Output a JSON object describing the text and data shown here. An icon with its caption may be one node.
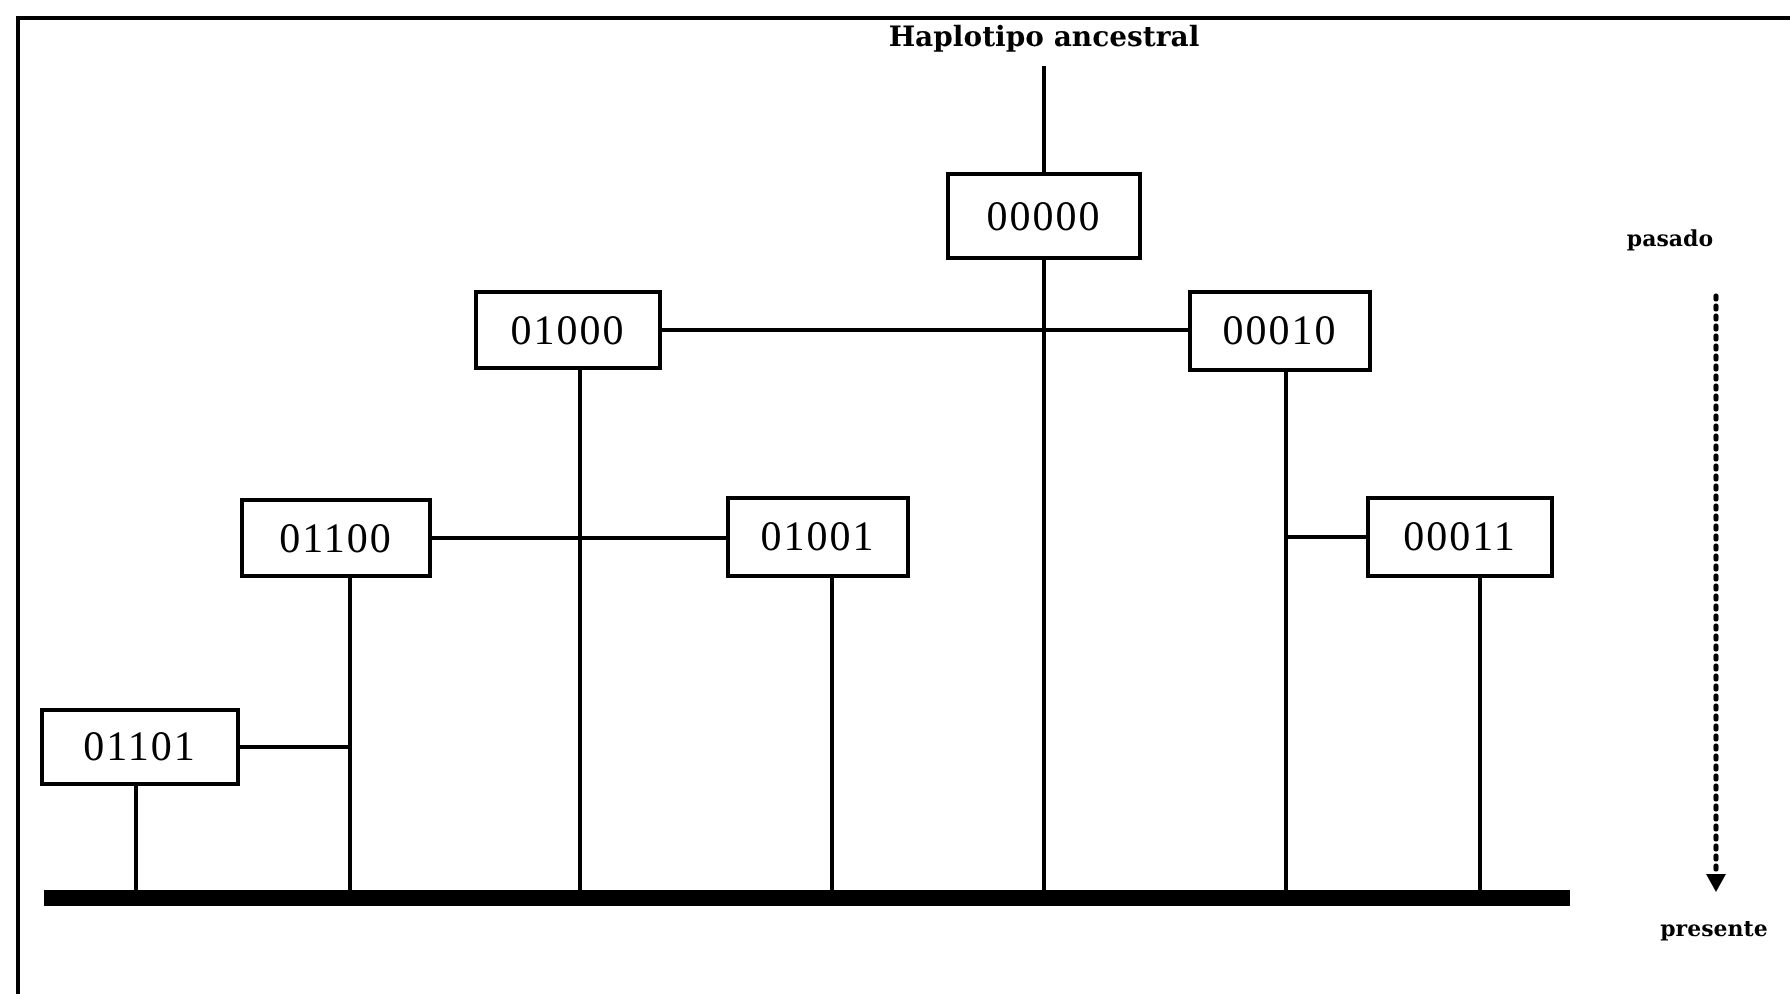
{
  "diagram": {
    "nodes": [
      {
        "text": [
          "Haplotipo ancestral"
        ]
      },
      {
        "text": [
          "00000"
        ]
      },
      {
        "text": [
          "01000"
        ]
      },
      {
        "text": [
          "00010"
        ]
      },
      {
        "text": [
          "01100"
        ]
      },
      {
        "text": [
          "01001"
        ]
      },
      {
        "text": [
          "00011"
        ]
      },
      {
        "text": [
          "01101"
        ]
      },
      {
        "text": [],
        "shape": "bar"
      }
    ],
    "edges": [
      {
        "from": 0,
        "to": 1,
        "arrow": "none"
      },
      {
        "from": 1,
        "to": 8,
        "arrow": "none"
      },
      {
        "from": 2,
        "to": 8,
        "arrow": "none"
      },
      {
        "from": 3,
        "to": 8,
        "arrow": "none"
      },
      {
        "from": 4,
        "to": 8,
        "arrow": "none"
      },
      {
        "from": 5,
        "to": 8,
        "arrow": "none"
      },
      {
        "from": 6,
        "to": 8,
        "arrow": "none"
      },
      {
        "from": 7,
        "to": 8,
        "arrow": "none"
      },
      {
        "from": 2,
        "to": 3,
        "arrow": "none"
      },
      {
        "from": 4,
        "to": 5,
        "arrow": "none"
      },
      {
        "from": 7,
        "to": 4,
        "arrow": "none"
      },
      {
        "from": 6,
        "to": 3,
        "arrow": "none"
      }
    ],
    "labels": [
      "pasado",
      "presente"
    ]
  }
}
